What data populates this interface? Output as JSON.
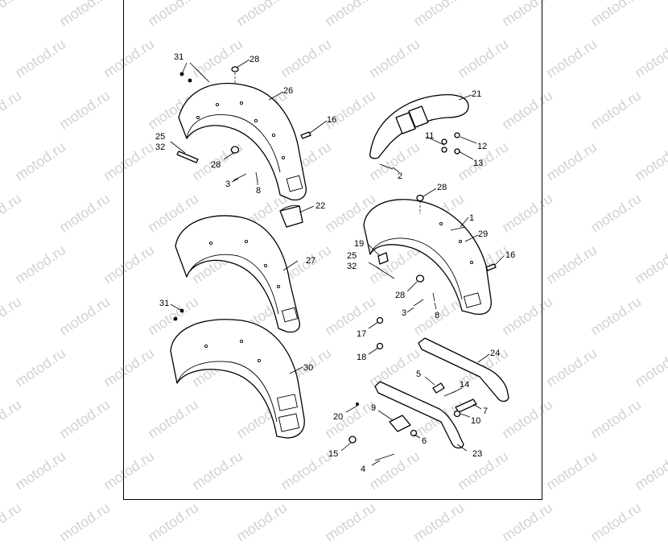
{
  "watermark_text": "motod.ru",
  "labels": {
    "l31a": "31",
    "l28a": "28",
    "l26": "26",
    "l16a": "16",
    "l25a": "25",
    "l32a": "32",
    "l28b": "28",
    "l3a": "3",
    "l8a": "8",
    "l21": "21",
    "l11": "11",
    "l12": "12",
    "l13": "13",
    "l2": "2",
    "l22": "22",
    "l28c": "28",
    "l1": "1",
    "l29": "29",
    "l16b": "16",
    "l27": "27",
    "l19": "19",
    "l25b": "25",
    "l32b": "32",
    "l28d": "28",
    "l3b": "3",
    "l8b": "8",
    "l31b": "31",
    "l30": "30",
    "l17": "17",
    "l18": "18",
    "l24": "24",
    "l5": "5",
    "l14": "14",
    "l7": "7",
    "l10": "10",
    "l20": "20",
    "l9": "9",
    "l6": "6",
    "l15": "15",
    "l4": "4",
    "l23": "23"
  }
}
